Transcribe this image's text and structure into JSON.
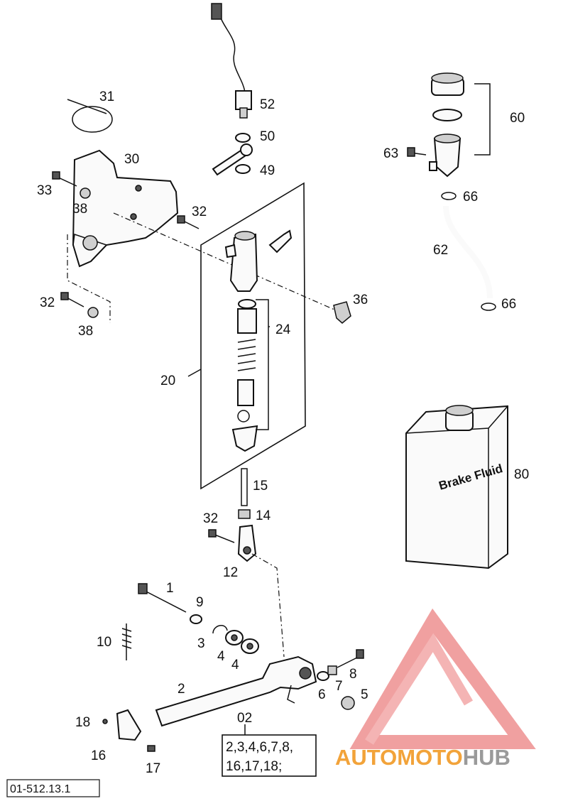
{
  "drawing_code": "01-512.13.1",
  "kit": {
    "label": "02",
    "contents_line1": "2,3,4,6,7,8,",
    "contents_line2": "16,17,18;"
  },
  "bottle_label": "Brake Fluid",
  "watermark": {
    "part1": "AUTO",
    "part2": "MOTO",
    "part3": "HUB"
  },
  "colors": {
    "watermark_red": "#e8493f",
    "watermark_orange": "#f2a33a",
    "watermark_grey": "#9a9a9a"
  },
  "callouts": {
    "p1": "1",
    "p2": "2",
    "p3": "3",
    "p4a": "4",
    "p4b": "4",
    "p5": "5",
    "p6": "6",
    "p7": "7",
    "p8": "8",
    "p9": "9",
    "p10": "10",
    "p12": "12",
    "p14": "14",
    "p15": "15",
    "p16": "16",
    "p17": "17",
    "p18": "18",
    "p20": "20",
    "p24": "24",
    "p30": "30",
    "p31": "31",
    "p32a": "32",
    "p32b": "32",
    "p32c": "32",
    "p33": "33",
    "p36": "36",
    "p38a": "38",
    "p38b": "38",
    "p49": "49",
    "p50": "50",
    "p52": "52",
    "p60": "60",
    "p62": "62",
    "p63": "63",
    "p66a": "66",
    "p66b": "66",
    "p80": "80"
  }
}
